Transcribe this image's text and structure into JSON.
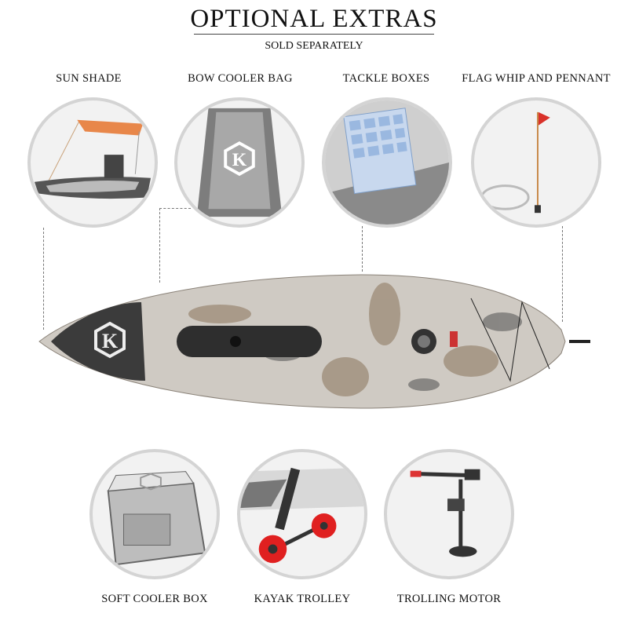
{
  "header": {
    "title": "OPTIONAL EXTRAS",
    "subtitle": "SOLD SEPARATELY"
  },
  "extras_top": [
    {
      "label": "SUN SHADE",
      "icon": "sun-shade-image"
    },
    {
      "label": "BOW COOLER BAG",
      "icon": "bow-cooler-bag-image"
    },
    {
      "label": "TACKLE BOXES",
      "icon": "tackle-boxes-image"
    },
    {
      "label": "FLAG WHIP AND PENNANT",
      "icon": "flag-whip-image"
    }
  ],
  "extras_bottom": [
    {
      "label": "SOFT COOLER BOX",
      "icon": "soft-cooler-box-image"
    },
    {
      "label": "KAYAK TROLLEY",
      "icon": "kayak-trolley-image"
    },
    {
      "label": "TROLLING MOTOR",
      "icon": "trolling-motor-image"
    }
  ],
  "colors": {
    "shade": "#e8874a",
    "flag": "#d9312a",
    "wheel": "#e02020",
    "circle_border": "#d4d4d4"
  }
}
